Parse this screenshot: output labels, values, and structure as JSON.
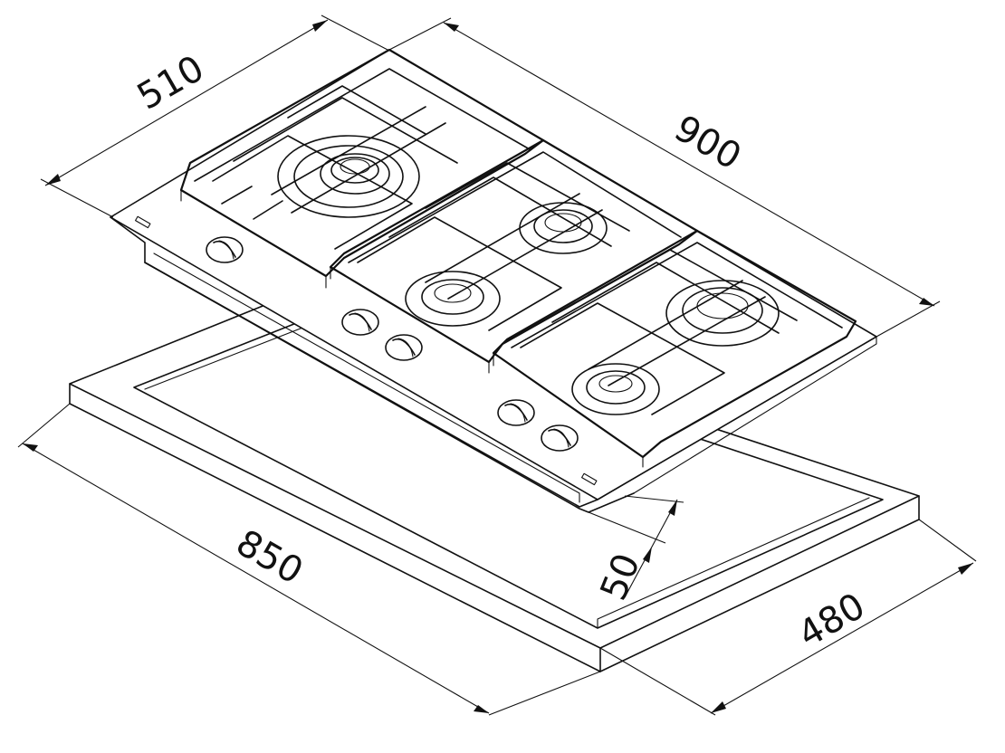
{
  "dimensions": {
    "width_top": "900",
    "depth_top": "510",
    "cutout_width": "850",
    "cutout_depth": "480",
    "height": "50"
  },
  "colors": {
    "line": "#111111",
    "background": "#ffffff"
  }
}
